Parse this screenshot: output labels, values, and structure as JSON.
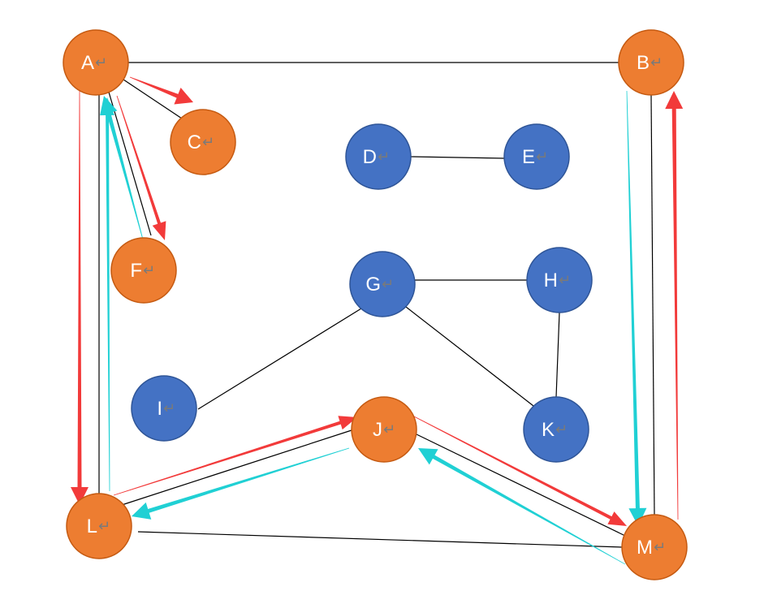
{
  "colors": {
    "orange_fill": "#ED7D31",
    "orange_stroke": "#C55A11",
    "blue_fill": "#4472C4",
    "blue_stroke": "#2F5597",
    "edge": "#000000",
    "red_arrow": "#F23A3A",
    "cyan_arrow": "#20D0D4"
  },
  "graph": {
    "nodes": [
      {
        "id": "A",
        "label": "A",
        "group": "orange"
      },
      {
        "id": "B",
        "label": "B",
        "group": "orange"
      },
      {
        "id": "C",
        "label": "C",
        "group": "orange"
      },
      {
        "id": "D",
        "label": "D",
        "group": "blue"
      },
      {
        "id": "E",
        "label": "E",
        "group": "blue"
      },
      {
        "id": "F",
        "label": "F",
        "group": "orange"
      },
      {
        "id": "G",
        "label": "G",
        "group": "blue"
      },
      {
        "id": "H",
        "label": "H",
        "group": "blue"
      },
      {
        "id": "I",
        "label": "I",
        "group": "blue"
      },
      {
        "id": "J",
        "label": "J",
        "group": "orange"
      },
      {
        "id": "K",
        "label": "K",
        "group": "blue"
      },
      {
        "id": "L",
        "label": "L",
        "group": "orange"
      },
      {
        "id": "M",
        "label": "M",
        "group": "orange"
      }
    ],
    "edges": [
      {
        "from": "A",
        "to": "B"
      },
      {
        "from": "A",
        "to": "C"
      },
      {
        "from": "A",
        "to": "F"
      },
      {
        "from": "A",
        "to": "L"
      },
      {
        "from": "B",
        "to": "M"
      },
      {
        "from": "D",
        "to": "E"
      },
      {
        "from": "G",
        "to": "H"
      },
      {
        "from": "G",
        "to": "I"
      },
      {
        "from": "G",
        "to": "K"
      },
      {
        "from": "H",
        "to": "K"
      },
      {
        "from": "J",
        "to": "L"
      },
      {
        "from": "J",
        "to": "M"
      },
      {
        "from": "L",
        "to": "M"
      }
    ],
    "traversal_red": [
      {
        "from": "A",
        "to": "C"
      },
      {
        "from": "A",
        "to": "F"
      },
      {
        "from": "A",
        "to": "L"
      },
      {
        "from": "L",
        "to": "J"
      },
      {
        "from": "J",
        "to": "M"
      },
      {
        "from": "M",
        "to": "B"
      }
    ],
    "traversal_cyan": [
      {
        "from": "F",
        "to": "A"
      },
      {
        "from": "B",
        "to": "M"
      },
      {
        "from": "M",
        "to": "J"
      },
      {
        "from": "J",
        "to": "L"
      },
      {
        "from": "L",
        "to": "A"
      }
    ],
    "label_suffix_glyph": "↵"
  }
}
